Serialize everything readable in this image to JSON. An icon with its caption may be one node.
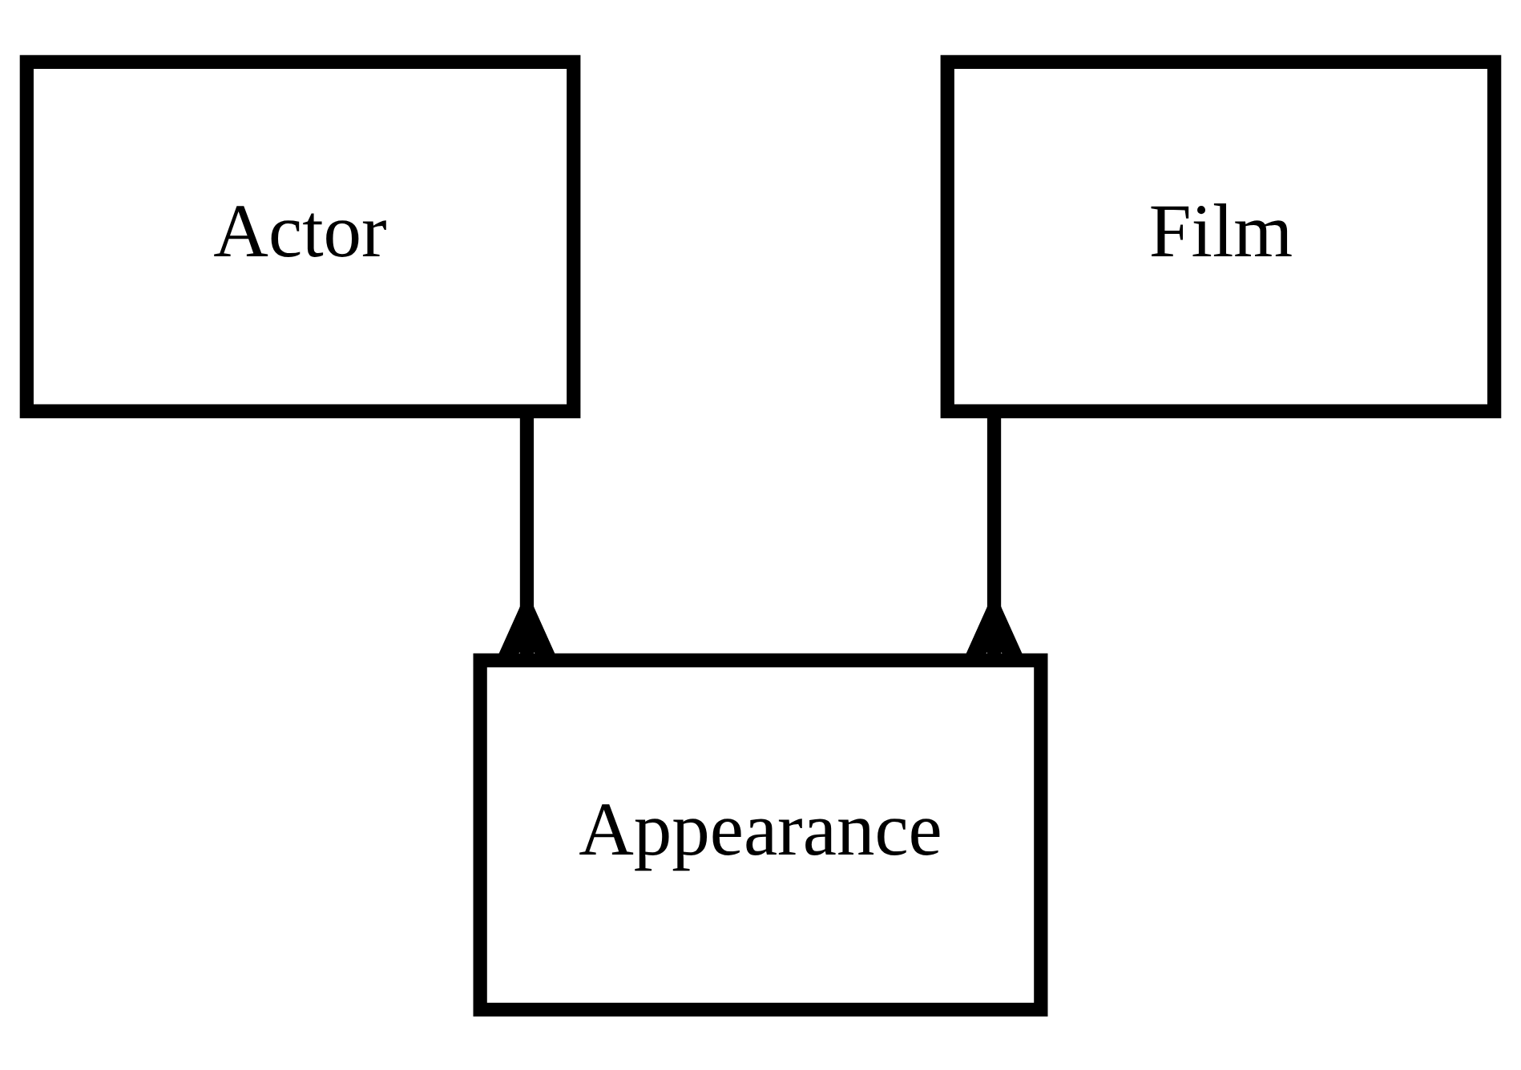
{
  "diagram": {
    "nodes": [
      {
        "text": [
          "Actor"
        ]
      },
      {
        "text": [
          "Film"
        ]
      },
      {
        "text": [
          "Appearance"
        ]
      }
    ],
    "edges": [
      {
        "from": 0,
        "to": 2,
        "arrow": "other"
      },
      {
        "from": 1,
        "to": 2,
        "arrow": "other"
      }
    ]
  }
}
